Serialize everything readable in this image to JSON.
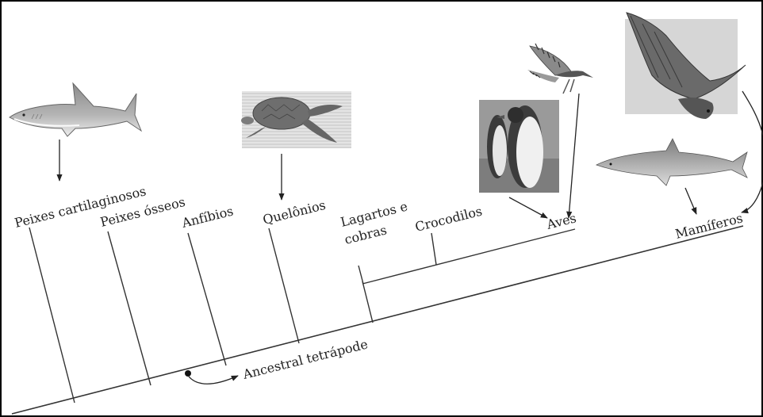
{
  "taxa": {
    "cartilaginous_fish": "Peixes cartilaginosos",
    "bony_fish": "Peixes ósseos",
    "amphibians": "Anfíbios",
    "turtles": "Quelônios",
    "lizards_line1": "Lagartos e",
    "lizards_line2": "cobras",
    "crocodiles": "Crocodilos",
    "birds": "Aves",
    "mammals": "Mamíferos"
  },
  "ancestor_label": "Ancestral tetrápode",
  "illustrations": [
    "shark",
    "sea-turtle",
    "penguins",
    "osprey",
    "fruit-bat",
    "dolphin"
  ],
  "colors": {
    "line": "#333333",
    "frame": "#000000"
  }
}
